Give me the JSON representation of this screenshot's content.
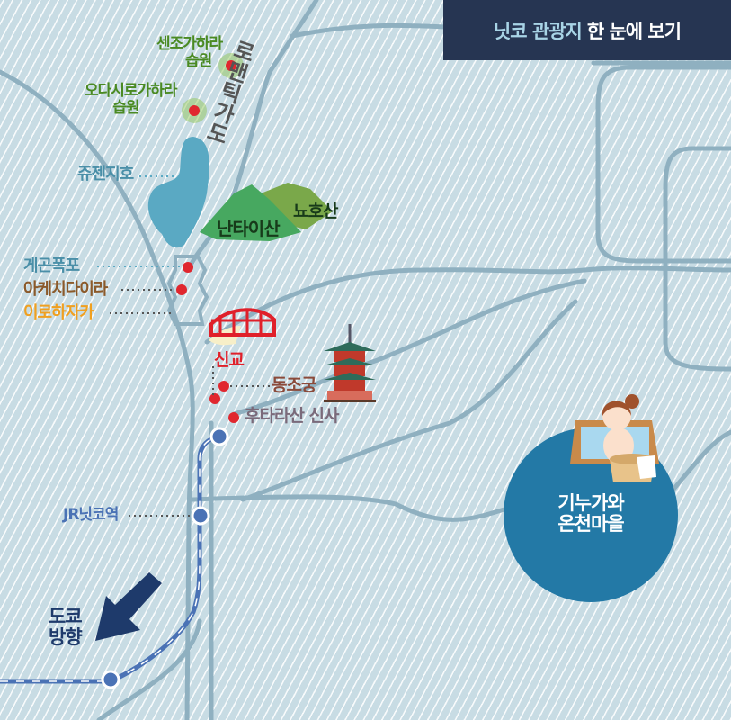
{
  "title": {
    "part1": "닛코 관광지",
    "part2": "한 눈에 보기"
  },
  "road_label": "로맨틱가도",
  "places": {
    "senjogahara": {
      "line1": "센조가하라",
      "line2": "습원"
    },
    "odashirogahara": {
      "line1": "오다시로가하라",
      "line2": "습원"
    },
    "chuzenji": "쥬젠지호",
    "nantai": "난타이산",
    "nyoho": "뇨호산",
    "kegon": "게곤폭포",
    "akechidaira": "아케치다이라",
    "irohazaka": "이로하자카",
    "shinkyo": "신교",
    "toshogu": "동조궁",
    "futarasan": "후타라산 신사",
    "jr_nikko": "JR닛코역",
    "tokyo": {
      "line1": "도쿄",
      "line2": "방향"
    },
    "kinugawa": {
      "line1": "기누가와",
      "line2": "온천마을"
    }
  },
  "colors": {
    "title_bg": "#263552",
    "marker": "#e0272f",
    "rail": "#4a72b5",
    "onsen": "#2379a6",
    "road": "#8fb0c0"
  }
}
